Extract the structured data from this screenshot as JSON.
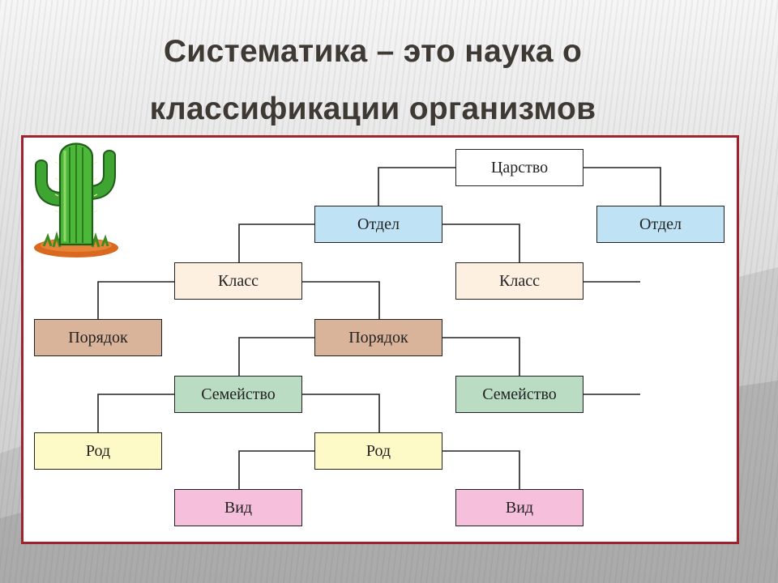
{
  "title": {
    "line1": "Систематика – это наука о",
    "line2": "классификации организмов"
  },
  "diagram": {
    "kingdom": "Царство",
    "division_left": "Отдел",
    "division_right": "Отдел",
    "class_left": "Класс",
    "class_right": "Класс",
    "order_left": "Порядок",
    "order_right": "Порядок",
    "family_left": "Семейство",
    "family_right": "Семейство",
    "genus_left": "Род",
    "genus_right": "Род",
    "species_left": "Вид",
    "species_right": "Вид"
  },
  "colors": {
    "frame_border": "#a0222e",
    "division": "#bfe3f5",
    "class": "#fdf0e1",
    "order": "#dab49a",
    "family": "#b9dcc3",
    "genus": "#fefac7",
    "species": "#f6bfdc"
  },
  "icons": [
    "cactus-icon"
  ]
}
